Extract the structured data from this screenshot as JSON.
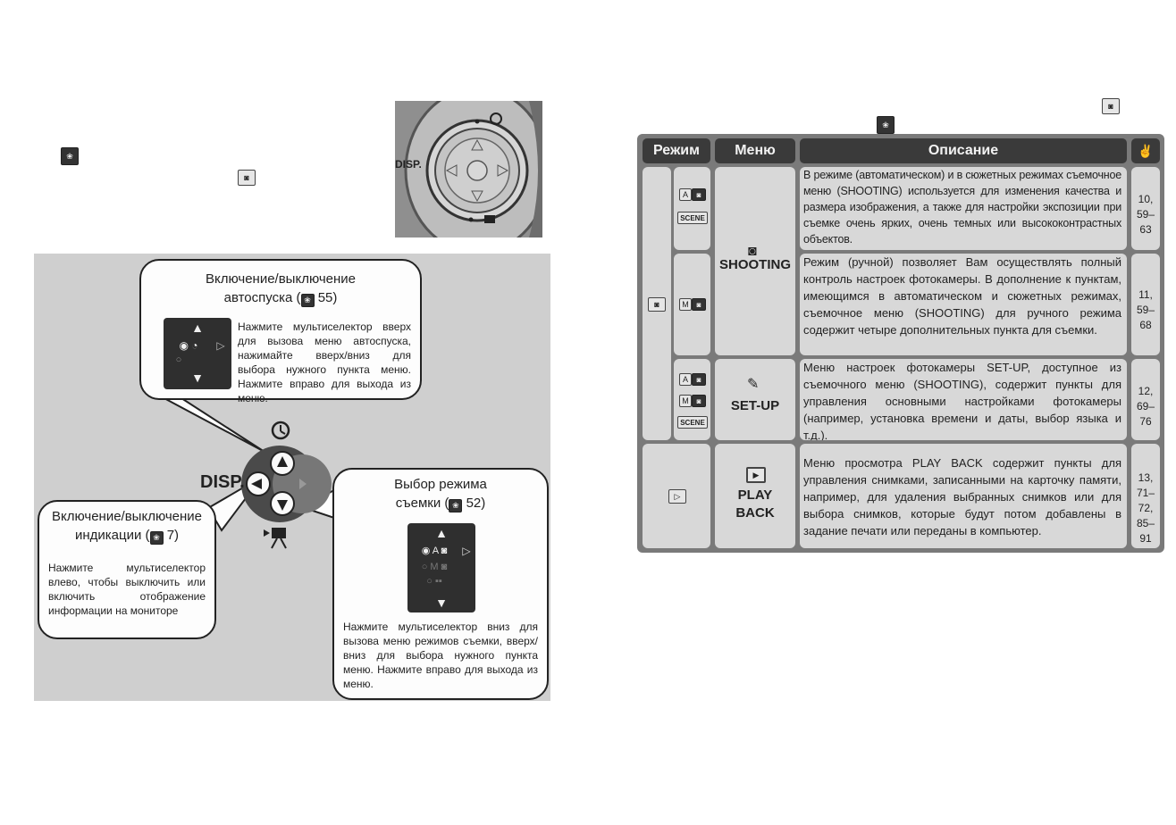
{
  "left_icons": {
    "scene_icon": "scene-icon",
    "camera_icon": "camera-icon"
  },
  "photo": {
    "disp_label": "DISP."
  },
  "diagram": {
    "self_timer": {
      "title_line1": "Включение/выключение",
      "title_line2": "автоспуска (",
      "page_ref": "55)",
      "text": "Нажмите мультиселектор вверх для вызова меню автоспуска, нажимайте вверх/вниз для выбора нужного пункта меню. Нажмите вправо для выхода из меню."
    },
    "display": {
      "title_line1": "Включение/выключение",
      "title_line2": "индикации (",
      "page_ref": "7)",
      "text": "Нажмите мультиселектор влево, чтобы выключить или включить отображение информации на мониторе"
    },
    "shooting_mode": {
      "title_line1": "Выбор режима",
      "title_line2": "съемки (",
      "page_ref": "52)",
      "text": "Нажмите мультиселектор вниз для вызова меню режимов съемки, вверх/вниз для выбора нужного пункта меню. Нажмите вправо для выхода из меню."
    },
    "disp_label": "DISP."
  },
  "table": {
    "headers": {
      "mode": "Режим",
      "menu": "Меню",
      "description": "Описание",
      "pages_icon": "page-reference-icon"
    },
    "mode_labels": {
      "auto": "A",
      "scene": "SCENE",
      "manual": "M"
    },
    "rows": [
      {
        "menu": "SHOOTING",
        "description": "В режиме (автоматическом) и в сюжетных режимах съемочное меню (SHOOTING) используется для изменения качества и размера изображения, а также для настройки экспозиции при съемке очень ярких, очень темных или высококонтрастных объектов.",
        "pages": "10, 59–63"
      },
      {
        "menu": "",
        "description": "Режим (ручной) позволяет Вам осуществлять полный контроль настроек фотокамеры. В дополнение к пунктам, имеющимся в автоматическом и сюжетных режимах, съемочное меню (SHOOTING) для ручного режима содержит четыре дополнительных пункта для съемки.",
        "pages": "11, 59–68"
      },
      {
        "menu": "SET-UP",
        "description": "Меню настроек фотокамеры SET-UP, доступное из съемочного меню (SHOOTING), содержит пункты для управления основными настройками фотокамеры (например, установка времени и даты, выбор языка и т.д.).",
        "pages": "12, 69–76"
      },
      {
        "menu_line1": "PLAY",
        "menu_line2": "BACK",
        "description": "Меню просмотра PLAY BACK содержит пункты для управления снимками, записанными на карточку памяти, например, для удаления выбранных снимков или для выбора снимков, которые будут потом добавлены в задание печати или переданы в компьютер.",
        "pages": "13, 71–72, 85–91"
      }
    ]
  }
}
